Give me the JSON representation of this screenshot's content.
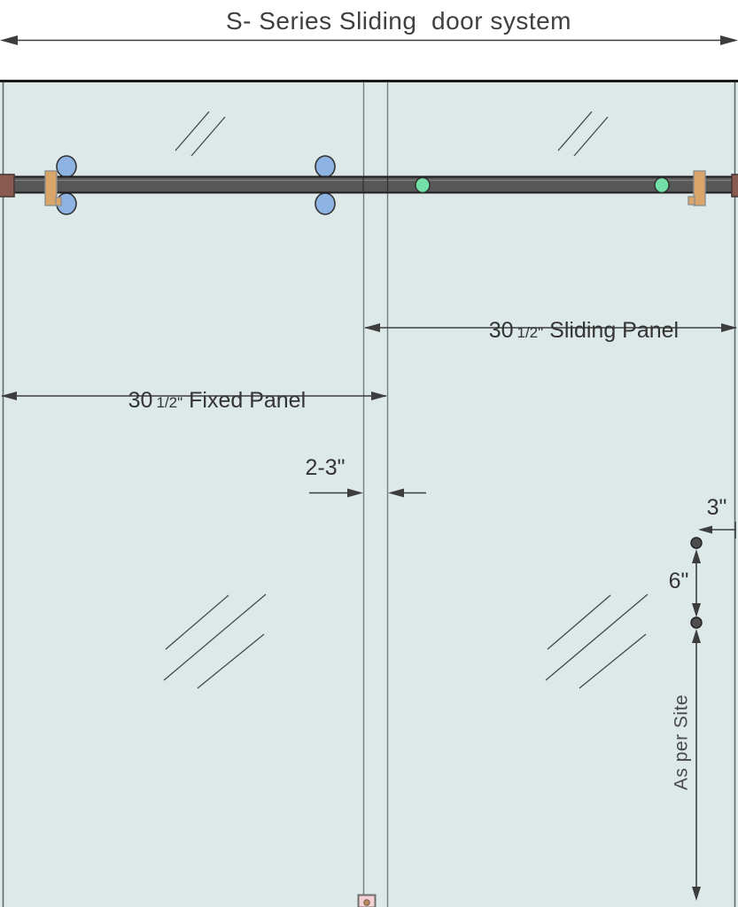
{
  "title": "S- Series Sliding  door system",
  "annotations": {
    "sliding_panel": {
      "whole": "30",
      "fraction": "1/2\"",
      "label": "Sliding Panel"
    },
    "fixed_panel": {
      "whole": "30",
      "fraction": "1/2\"",
      "label": "Fixed Panel"
    },
    "panel_overlap": "2-3\"",
    "handle_to_edge": "3\"",
    "handle_hole_spacing": "6\"",
    "handle_height": "As per Site"
  },
  "colors": {
    "glass": "#dce9e8",
    "rail": "#575757",
    "rail_border": "#1e1e1e",
    "roller": "#8db3e2",
    "fastener": "#74dfa7",
    "clamp": "#d9a569",
    "wall_block": "#8a5950",
    "dim": "#3d3d3d",
    "text": "#383838",
    "guide_fill": "#f5d0d3",
    "guide_pin": "#bd8d5a"
  }
}
